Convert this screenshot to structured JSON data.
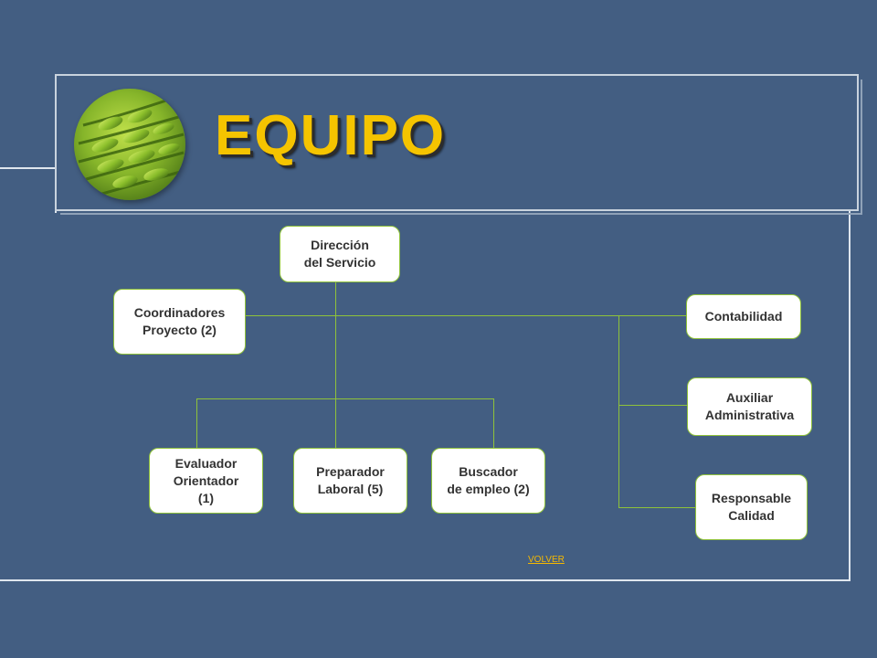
{
  "title": "EQUIPO",
  "org_chart": {
    "root": {
      "label": "Dirección\ndel Servicio"
    },
    "side_left": {
      "label": "Coordinadores\nProyecto (2)"
    },
    "staff": [
      {
        "label": "Evaluador\nOrientador\n(1)"
      },
      {
        "label": "Preparador\nLaboral (5)"
      },
      {
        "label": "Buscador\nde empleo (2)"
      }
    ],
    "right_branch": [
      {
        "label": "Contabilidad"
      },
      {
        "label": "Auxiliar\nAdministrativa"
      },
      {
        "label": "Responsable\nCalidad"
      }
    ]
  },
  "volver_link": "VOLVER",
  "colors": {
    "background": "#435e82",
    "title": "#f5c400",
    "node_border": "#8fc23a",
    "node_fill": "#ffffff",
    "link": "#f5b800"
  }
}
